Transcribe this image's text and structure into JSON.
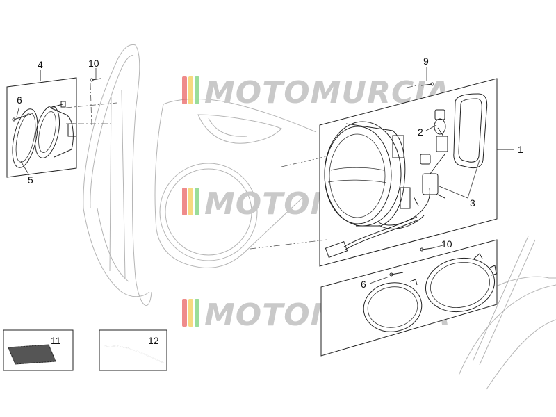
{
  "watermark": {
    "text": "MOTOMURCIA",
    "stripe_colors": [
      "#e85a5a",
      "#f2c94c",
      "#6fcf6f"
    ]
  },
  "callouts": {
    "c1": "1",
    "c2": "2",
    "c3": "3",
    "c4": "4",
    "c5": "5",
    "c6_left": "6",
    "c6_bottom": "6",
    "c9": "9",
    "c10_top": "10",
    "c10_right": "10",
    "c11": "11",
    "c12": "12"
  }
}
